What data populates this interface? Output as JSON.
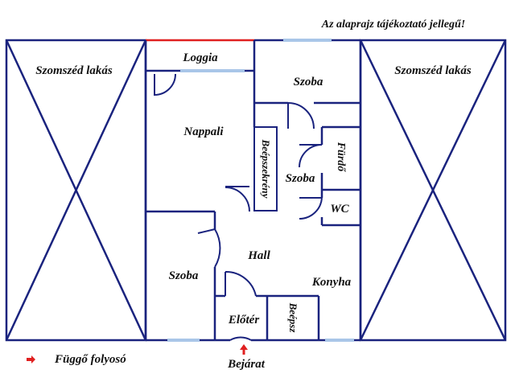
{
  "note": "Az alaprajz tájékoztató jellegű!",
  "neighbors": {
    "left": "Szomszéd lakás",
    "right": "Szomszéd lakás"
  },
  "rooms": {
    "loggia": "Loggia",
    "nappali": "Nappali",
    "szoba_top": "Szoba",
    "beepszekreny": "Beépszekrény",
    "szoba_mid": "Szoba",
    "furdo": "Fürdő",
    "wc": "WC",
    "hall": "Hall",
    "szoba_bottom": "Szoba",
    "konyha": "Konyha",
    "eloter": "Előtér",
    "beepsz": "Beépsz"
  },
  "entrance": "Bejárat",
  "legend": {
    "label": "Függő folyosó"
  },
  "colors": {
    "wall": "#1a237e",
    "window": "#a9c6e8",
    "accent": "#e02020"
  }
}
